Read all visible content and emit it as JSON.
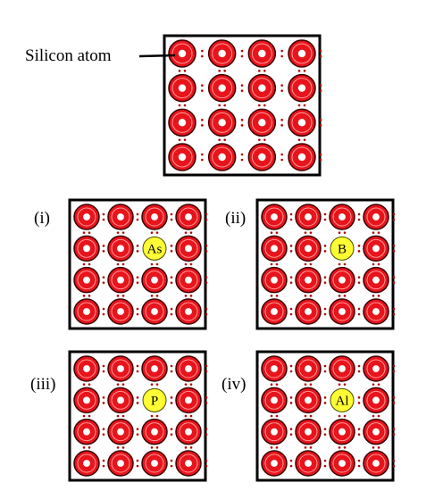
{
  "colors": {
    "atom": "#e8141c",
    "atom_outline": "#3a0000",
    "atom_core": "#ffffff",
    "dopant": "#ffff33",
    "dopant_outline": "#4a4a00",
    "electron": "#b30000",
    "frame": "#000000"
  },
  "top_lattice": {
    "label": "Silicon atom"
  },
  "panels": [
    {
      "label": "(i)",
      "dopant": "As"
    },
    {
      "label": "(ii)",
      "dopant": "B"
    },
    {
      "label": "(iii)",
      "dopant": "P"
    },
    {
      "label": "(iv)",
      "dopant": "Al"
    }
  ]
}
